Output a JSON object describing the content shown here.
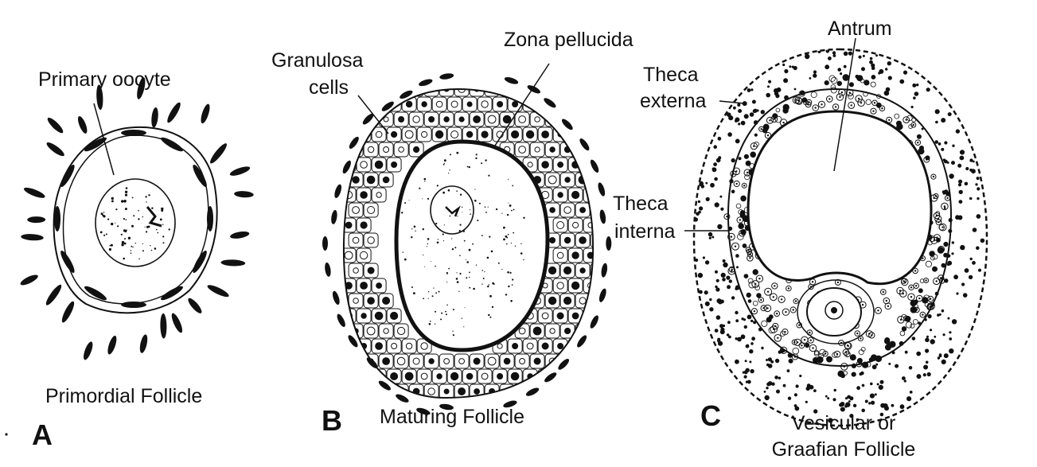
{
  "panels": [
    {
      "letter": "A",
      "caption": "Primordial Follicle",
      "labels": [
        "Primary oocyte"
      ]
    },
    {
      "letter": "B",
      "caption": "Maturing Follicle",
      "labels": [
        "Granulosa",
        "cells",
        "Zona pellucida"
      ]
    },
    {
      "letter": "C",
      "caption_line1": "Vesicular or",
      "caption_line2": "Graafian Follicle",
      "labels": [
        "Antrum",
        "Theca",
        "externa",
        "Theca",
        "interna"
      ]
    }
  ],
  "colors": {
    "ink": "#111111",
    "background": "#ffffff"
  }
}
